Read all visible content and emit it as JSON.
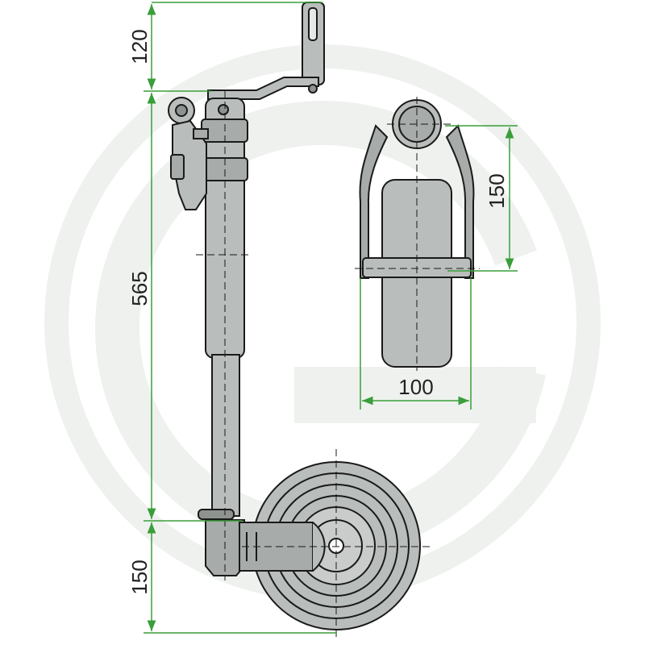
{
  "dimensions": {
    "crank_height": "120",
    "tube_height": "565",
    "wheel_radius": "150",
    "wheel_arm_height": "150",
    "wheel_width": "100"
  },
  "colors": {
    "dimension_line": "#3a9e3a",
    "metal_fill": "#b9bdbb",
    "metal_dark": "#8e9390",
    "outline": "#1a1a1a",
    "watermark": "#eef1ee"
  },
  "icons": {
    "watermark": "brand-logo-watermark-icon"
  }
}
